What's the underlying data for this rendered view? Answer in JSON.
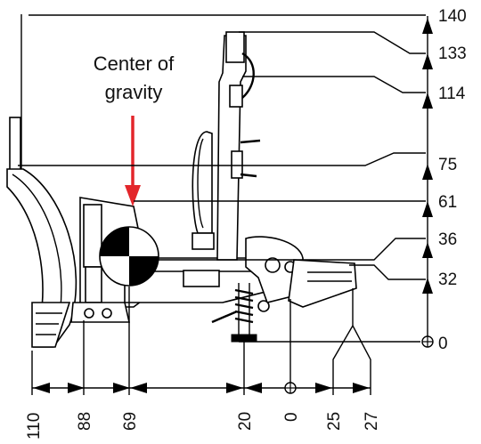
{
  "cog": {
    "label_line1": "Center of",
    "label_line2": "gravity",
    "arrow_color": "#e3262b"
  },
  "vertical_dims": [
    "140",
    "133",
    "114",
    "75",
    "61",
    "36",
    "32",
    "0"
  ],
  "horizontal_dims": [
    "110",
    "88",
    "69",
    "20",
    "0",
    "25",
    "27"
  ],
  "icons": {
    "origin_vertical": "crosshair-circle-icon",
    "origin_horizontal": "crosshair-circle-icon"
  }
}
